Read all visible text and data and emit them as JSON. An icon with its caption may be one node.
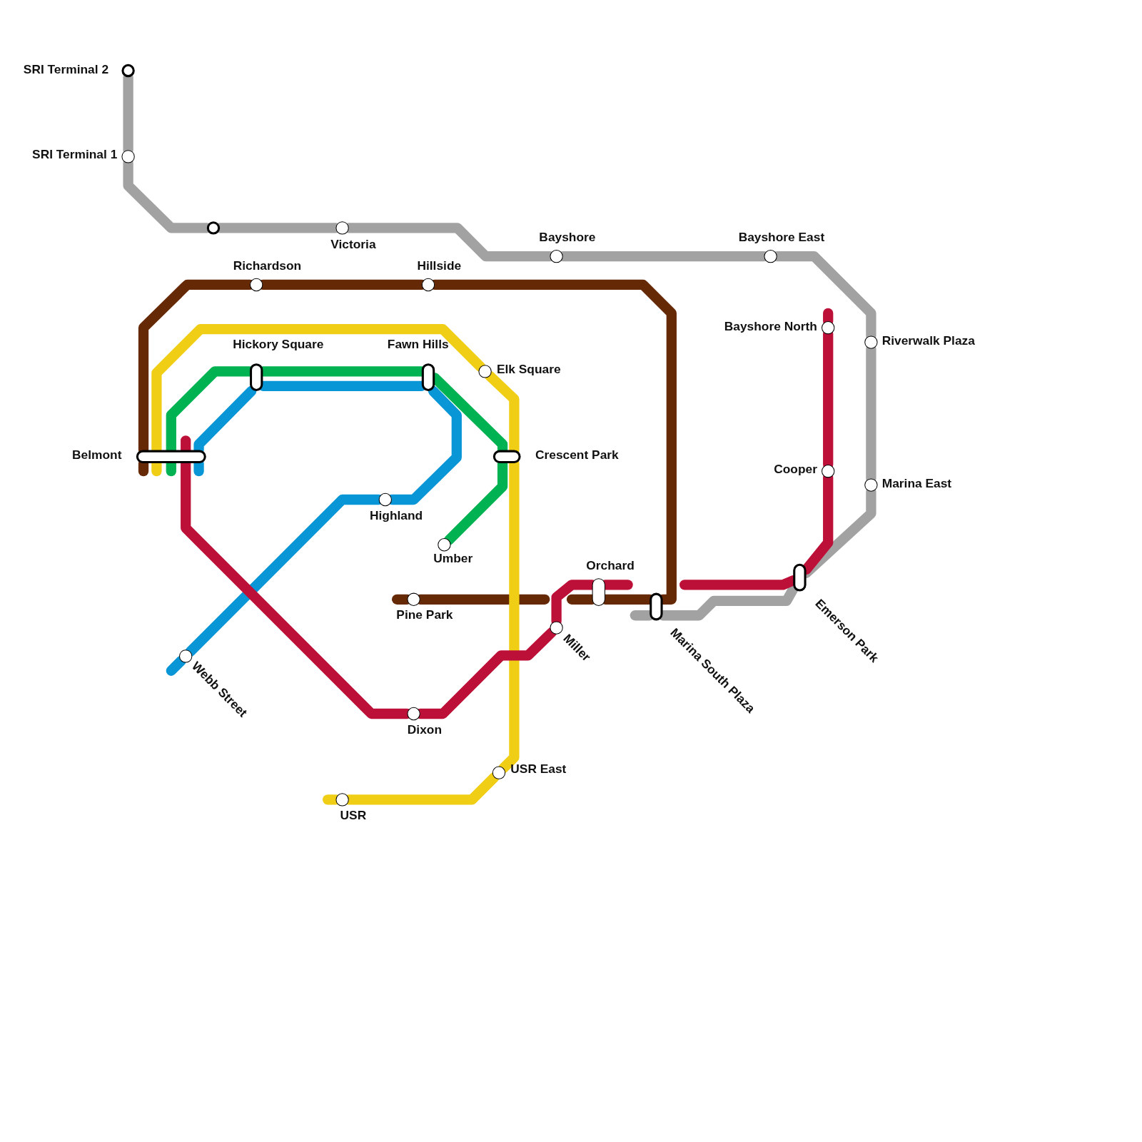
{
  "diagram": {
    "nodes": [
      {
        "text": [
          "SRI Terminal 2"
        ]
      },
      {
        "text": [
          "SRI Terminal 1"
        ]
      },
      {
        "text": [],
        "shape": "circle"
      },
      {
        "text": [
          "Victoria"
        ]
      },
      {
        "text": [
          "Bayshore"
        ]
      },
      {
        "text": [
          "Bayshore East"
        ]
      },
      {
        "text": [
          "Richardson"
        ]
      },
      {
        "text": [
          "Hillside"
        ]
      },
      {
        "text": [
          "Bayshore North"
        ]
      },
      {
        "text": [
          "Riverwalk Plaza"
        ]
      },
      {
        "text": [
          "Hickory Square"
        ]
      },
      {
        "text": [
          "Fawn Hills"
        ]
      },
      {
        "text": [
          "Elk Square"
        ]
      },
      {
        "text": [
          "Belmont"
        ]
      },
      {
        "text": [
          "Crescent Park"
        ]
      },
      {
        "text": [
          "Cooper"
        ]
      },
      {
        "text": [
          "Marina East"
        ]
      },
      {
        "text": [
          "Highland"
        ]
      },
      {
        "text": [
          "Umber"
        ]
      },
      {
        "text": [
          "Orchard"
        ]
      },
      {
        "text": [
          "Emerson Park"
        ]
      },
      {
        "text": [
          "Pine Park"
        ]
      },
      {
        "text": [
          "Marina South Plaza"
        ]
      },
      {
        "text": [
          "Miller"
        ]
      },
      {
        "text": [
          "Webb Street"
        ]
      },
      {
        "text": [
          "Dixon"
        ]
      },
      {
        "text": [
          "USR East"
        ]
      },
      {
        "text": [
          "USR"
        ]
      }
    ],
    "edges": [
      {
        "from": 0,
        "to": 1,
        "arrow": "none",
        "color": "#a2a2a2"
      },
      {
        "from": 1,
        "to": 2,
        "arrow": "none",
        "color": "#a2a2a2"
      },
      {
        "from": 2,
        "to": 3,
        "arrow": "none",
        "color": "#a2a2a2"
      },
      {
        "from": 3,
        "to": 4,
        "arrow": "none",
        "color": "#a2a2a2"
      },
      {
        "from": 4,
        "to": 5,
        "arrow": "none",
        "color": "#a2a2a2"
      },
      {
        "from": 5,
        "to": 9,
        "arrow": "none",
        "color": "#a2a2a2"
      },
      {
        "from": 9,
        "to": 16,
        "arrow": "none",
        "color": "#a2a2a2"
      },
      {
        "from": 16,
        "to": 20,
        "arrow": "none",
        "color": "#a2a2a2"
      },
      {
        "from": 20,
        "to": 22,
        "arrow": "none",
        "color": "#a2a2a2"
      },
      {
        "from": 22,
        "to": null,
        "arrow": "none",
        "color": "#a2a2a2"
      },
      {
        "from": null,
        "to": 13,
        "arrow": "none",
        "color": "#662906"
      },
      {
        "from": 13,
        "to": 6,
        "arrow": "none",
        "color": "#662906"
      },
      {
        "from": 6,
        "to": 7,
        "arrow": "none",
        "color": "#662906"
      },
      {
        "from": 7,
        "to": 22,
        "arrow": "none",
        "color": "#662906"
      },
      {
        "from": 22,
        "to": 19,
        "arrow": "none",
        "color": "#662906"
      },
      {
        "from": 19,
        "to": null,
        "arrow": "none",
        "color": "#662906"
      },
      {
        "from": null,
        "to": 21,
        "arrow": "none",
        "color": "#662906"
      },
      {
        "from": 21,
        "to": null,
        "arrow": "none",
        "color": "#662906"
      },
      {
        "from": null,
        "to": 13,
        "arrow": "none",
        "color": "#f0ce15"
      },
      {
        "from": 13,
        "to": 12,
        "arrow": "none",
        "color": "#f0ce15"
      },
      {
        "from": 12,
        "to": 14,
        "arrow": "none",
        "color": "#f0ce15"
      },
      {
        "from": 14,
        "to": 26,
        "arrow": "none",
        "color": "#f0ce15"
      },
      {
        "from": 26,
        "to": 27,
        "arrow": "none",
        "color": "#f0ce15"
      },
      {
        "from": 27,
        "to": null,
        "arrow": "none",
        "color": "#f0ce15"
      },
      {
        "from": null,
        "to": 13,
        "arrow": "none",
        "color": "#00b251"
      },
      {
        "from": 13,
        "to": 10,
        "arrow": "none",
        "color": "#00b251"
      },
      {
        "from": 10,
        "to": 11,
        "arrow": "none",
        "color": "#00b251"
      },
      {
        "from": 11,
        "to": 14,
        "arrow": "none",
        "color": "#00b251"
      },
      {
        "from": 14,
        "to": 18,
        "arrow": "none",
        "color": "#00b251"
      },
      {
        "from": null,
        "to": 13,
        "arrow": "none",
        "color": "#0896d7"
      },
      {
        "from": 13,
        "to": 10,
        "arrow": "none",
        "color": "#0896d7"
      },
      {
        "from": 10,
        "to": 11,
        "arrow": "none",
        "color": "#0896d7"
      },
      {
        "from": 11,
        "to": 17,
        "arrow": "none",
        "color": "#0896d7"
      },
      {
        "from": 17,
        "to": 24,
        "arrow": "none",
        "color": "#0896d7"
      },
      {
        "from": 24,
        "to": null,
        "arrow": "none",
        "color": "#0896d7"
      },
      {
        "from": null,
        "to": 13,
        "arrow": "none",
        "color": "#bd1038"
      },
      {
        "from": 13,
        "to": 25,
        "arrow": "none",
        "color": "#bd1038"
      },
      {
        "from": 25,
        "to": 23,
        "arrow": "none",
        "color": "#bd1038"
      },
      {
        "from": 23,
        "to": 19,
        "arrow": "none",
        "color": "#bd1038"
      },
      {
        "from": 19,
        "to": null,
        "arrow": "none",
        "color": "#bd1038"
      },
      {
        "from": null,
        "to": 20,
        "arrow": "none",
        "color": "#bd1038"
      },
      {
        "from": 20,
        "to": 15,
        "arrow": "none",
        "color": "#bd1038"
      },
      {
        "from": 15,
        "to": 8,
        "arrow": "none",
        "color": "#bd1038"
      },
      {
        "from": 8,
        "to": null,
        "arrow": "none",
        "color": "#bd1038"
      }
    ]
  }
}
